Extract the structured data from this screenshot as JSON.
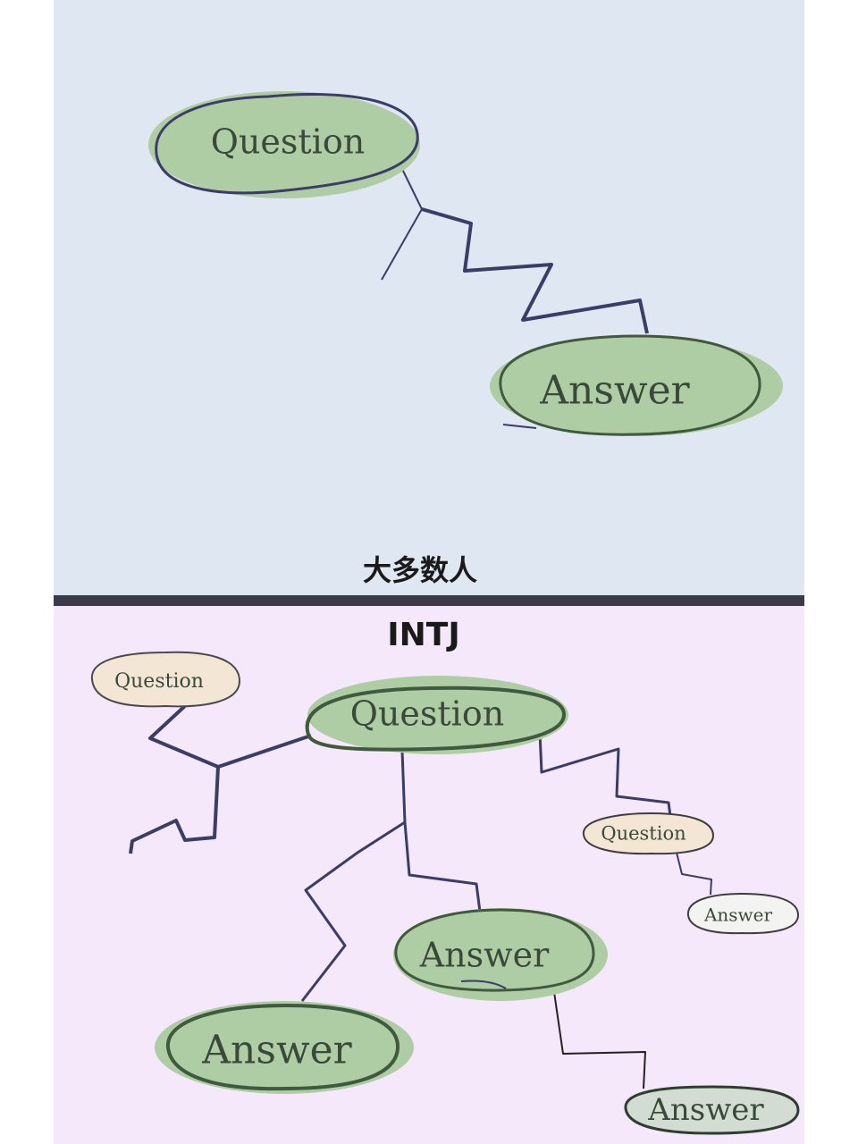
{
  "colors": {
    "top_panel_bg": "#dfe7f3",
    "bottom_panel_bg": "#f5e8fb",
    "divider": "#3a3a48",
    "connector": "#3b3d66",
    "green_fill": "#afcda4",
    "green_stroke": "#3f5a3c",
    "beige_fill": "#f3e6d4",
    "beige_stroke": "#4a4a4a",
    "pale_fill": "#f3f4f1"
  },
  "top": {
    "caption": "大多数人",
    "question_label": "Question",
    "answer_label": "Answer"
  },
  "bottom": {
    "caption": "INTJ",
    "main_question_label": "Question",
    "side_question_left_label": "Question",
    "side_question_right_label": "Question",
    "answer_center_label": "Answer",
    "answer_bottom_left_label": "Answer",
    "answer_bottom_right_label": "Answer",
    "answer_small_right_label": "Answer"
  }
}
